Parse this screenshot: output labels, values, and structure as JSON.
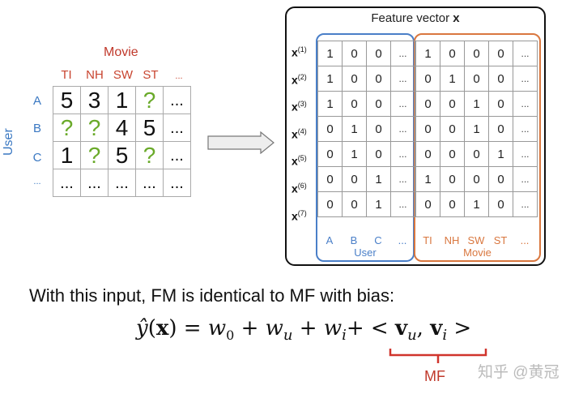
{
  "rating_matrix": {
    "movie_label": "Movie",
    "user_label": "User",
    "columns": [
      "TI",
      "NH",
      "SW",
      "ST",
      "..."
    ],
    "rows": [
      "A",
      "B",
      "C",
      "..."
    ],
    "cells": [
      [
        "5",
        "3",
        "1",
        "?",
        "..."
      ],
      [
        "?",
        "?",
        "4",
        "5",
        "..."
      ],
      [
        "1",
        "?",
        "5",
        "?",
        "..."
      ],
      [
        "...",
        "...",
        "...",
        "...",
        "..."
      ]
    ],
    "known_color": "#111111",
    "unknown_color": "#6aaa2a"
  },
  "arrow": {
    "icon": "right-arrow-icon"
  },
  "feature_vector": {
    "title_prefix": "Feature vector ",
    "title_var": "x",
    "row_labels": [
      "x(1)",
      "x(2)",
      "x(3)",
      "x(4)",
      "x(5)",
      "x(6)",
      "x(7)"
    ],
    "row_sup": [
      "(1)",
      "(2)",
      "(3)",
      "(4)",
      "(5)",
      "(6)",
      "(7)"
    ],
    "user_group": {
      "label": "User",
      "color": "#4a7fc8",
      "columns": [
        "A",
        "B",
        "C",
        "..."
      ],
      "rows": [
        [
          "1",
          "0",
          "0",
          "..."
        ],
        [
          "1",
          "0",
          "0",
          "..."
        ],
        [
          "1",
          "0",
          "0",
          "..."
        ],
        [
          "0",
          "1",
          "0",
          "..."
        ],
        [
          "0",
          "1",
          "0",
          "..."
        ],
        [
          "0",
          "0",
          "1",
          "..."
        ],
        [
          "0",
          "0",
          "1",
          "..."
        ]
      ]
    },
    "movie_group": {
      "label": "Movie",
      "color": "#d9773f",
      "columns": [
        "TI",
        "NH",
        "SW",
        "ST",
        "..."
      ],
      "rows": [
        [
          "1",
          "0",
          "0",
          "0",
          "..."
        ],
        [
          "0",
          "1",
          "0",
          "0",
          "..."
        ],
        [
          "0",
          "0",
          "1",
          "0",
          "..."
        ],
        [
          "0",
          "0",
          "1",
          "0",
          "..."
        ],
        [
          "0",
          "0",
          "0",
          "1",
          "..."
        ],
        [
          "1",
          "0",
          "0",
          "0",
          "..."
        ],
        [
          "0",
          "0",
          "1",
          "0",
          "..."
        ]
      ]
    }
  },
  "caption": "With this input, FM is identical to MF with bias:",
  "formula": {
    "lhs": "ŷ(x)",
    "text": "= w₀ + wᵤ + wᵢ+ < vᵤ, vᵢ >",
    "brace_label": "MF"
  },
  "watermark": "知乎 @黄冠"
}
